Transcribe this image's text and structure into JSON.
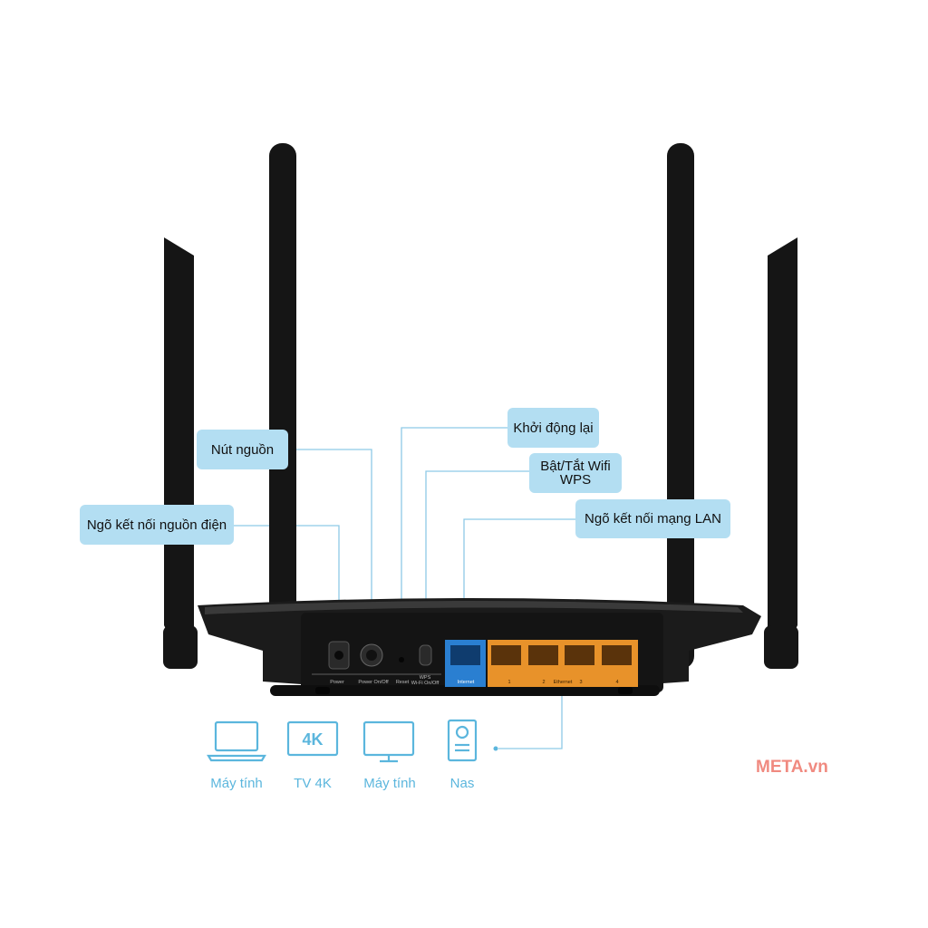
{
  "callouts": {
    "power_port": "Ngõ kết nối nguồn điện",
    "power_button": "Nút nguồn",
    "reset": "Khởi động lại",
    "wps_line1": "Bật/Tắt Wifi",
    "wps_line2": "WPS",
    "lan": "Ngõ kết nối mạng LAN"
  },
  "panel_labels": {
    "power": "Power",
    "power_onoff": "Power On/Off",
    "reset": "Reset",
    "wps_line1": "WPS",
    "wps_line2": "Wi-Fi On/Off",
    "internet": "Internet",
    "lan1": "1",
    "lan2": "2",
    "ethernet": "Ethernet",
    "lan3": "3",
    "lan4": "4"
  },
  "devices": [
    {
      "icon": "laptop-icon",
      "label": "Máy tính"
    },
    {
      "icon": "tv-4k-icon",
      "label": "TV 4K",
      "badge": "4K"
    },
    {
      "icon": "monitor-icon",
      "label": "Máy tính"
    },
    {
      "icon": "nas-icon",
      "label": "Nas"
    }
  ],
  "watermark": "META.vn",
  "colors": {
    "callout_bg": "#b3def2",
    "line": "#8ecae6",
    "icon": "#5bb6dd",
    "router": "#151515",
    "internet_port": "#2a7fd1",
    "lan_port": "#e8922a"
  }
}
